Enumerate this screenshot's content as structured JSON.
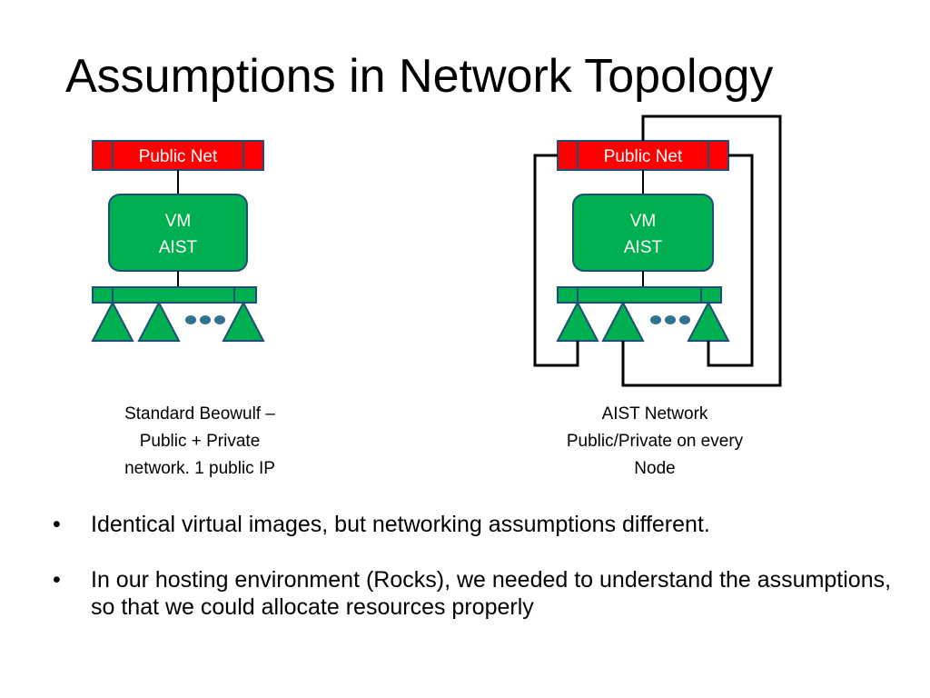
{
  "slide": {
    "title": "Assumptions in Network Topology"
  },
  "diagram_left": {
    "public_net_label": "Public Net",
    "vm_line1": "VM",
    "vm_line2": "AIST",
    "caption_lines": [
      "Standard Beowulf –",
      "Public + Private",
      "network. 1 public IP"
    ]
  },
  "diagram_right": {
    "public_net_label": "Public Net",
    "vm_line1": "VM",
    "vm_line2": "AIST",
    "caption_lines": [
      "AIST Network",
      "Public/Private on every",
      "Node"
    ]
  },
  "bullets": [
    {
      "marker": "•",
      "text": "Identical virtual images, but networking assumptions different."
    },
    {
      "marker": "•",
      "text": "In our hosting environment (Rocks), we needed to understand the assumptions, so that we could allocate resources properly"
    }
  ],
  "colors": {
    "public_net": "#ff0000",
    "node_green": "#00b050",
    "node_border": "#1f4e79",
    "ellipsis": "#31708f"
  }
}
